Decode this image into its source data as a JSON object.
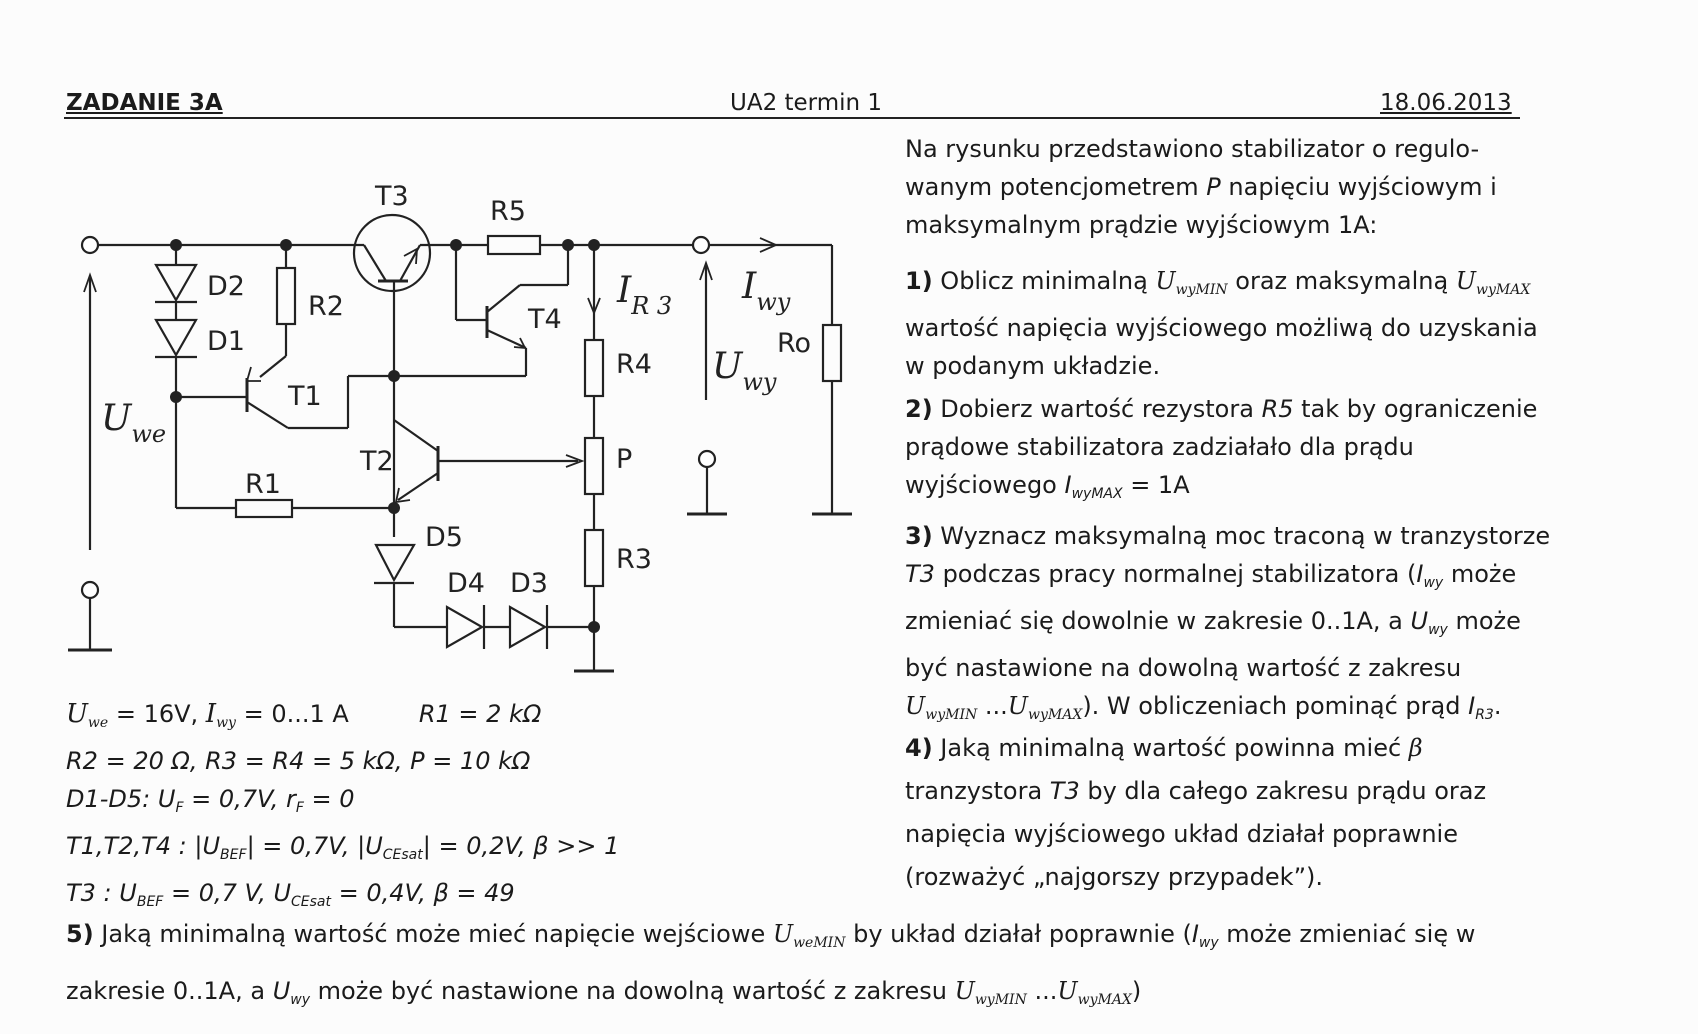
{
  "header": {
    "title": "ZADANIE 3A",
    "course": "UA2 termin 1",
    "date": "18.06.2013"
  },
  "schematic_labels": {
    "T3": "T3",
    "R5": "R5",
    "D2": "D2",
    "D1": "D1",
    "R2": "R2",
    "T4": "T4",
    "T1": "T1",
    "T2": "T2",
    "R1": "R1",
    "D5": "D5",
    "D4": "D4",
    "D3": "D3",
    "R4": "R4",
    "P": "P",
    "R3": "R3",
    "Ro": "Ro",
    "IR3_main": "I",
    "IR3_sub": "R 3",
    "Iwy_main": "I",
    "Iwy_sub": "wy",
    "Uwy_main": "U",
    "Uwy_sub": "wy",
    "Uwe_main": "U",
    "Uwe_sub": "we"
  },
  "intro": {
    "text_a": "Na rysunku przedstawiono stabilizator o regulo-",
    "text_b": "wanym potencjometrem ",
    "P": "P",
    "text_c": " napięciu wyjściowym i",
    "text_d": "maksymalnym prądzie wyjściowym 1A:"
  },
  "q1": {
    "num": "1)",
    "t1": " Oblicz minimalną ",
    "U1": "U",
    "U1_sub": "wyMIN",
    "t2": " oraz maksymalną ",
    "U2": "U",
    "U2_sub": "wyMAX",
    "t3": "wartość napięcia wyjściowego możliwą do uzyskania",
    "t4": "w podanym układzie."
  },
  "q2": {
    "num": "2)",
    "t1": " Dobierz wartość rezystora ",
    "R5": "R5",
    "t2": " tak by ograniczenie",
    "t3": "prądowe stabilizatora zadziałało dla prądu",
    "t4": "wyjściowego ",
    "I": "I",
    "I_sub": "wyMAX",
    "t5": " = 1A"
  },
  "q3": {
    "num": "3)",
    "t1": " Wyznacz maksymalną moc traconą w tranzystorze",
    "T3": "T3",
    "t2": " podczas pracy normalnej stabilizatora (",
    "I1": "I",
    "I1_sub": "wy",
    "t3": " może",
    "t4": "zmieniać się dowolnie w zakresie 0..1A, a ",
    "U1": "U",
    "U1_sub": "wy",
    "t5": " może",
    "t6": "być nastawione na dowolną wartość z zakresu",
    "Ua": "U",
    "Ua_sub": "wyMIN",
    "dots": " ...",
    "Ub": "U",
    "Ub_sub": "wyMAX",
    "t7": "). W obliczeniach pominąć prąd ",
    "I2": "I",
    "I2_sub": "R3",
    "t8": "."
  },
  "q4": {
    "num": "4)",
    "t1": " Jaką minimalną wartość powinna mieć ",
    "beta": "β",
    "t2": "tranzystora ",
    "T3": "T3",
    "t3": " by dla całego zakresu prądu oraz",
    "t4": "napięcia wyjściowego układ działał poprawnie",
    "t5": "(rozważyć „najgorszy przypadek”)."
  },
  "params": {
    "l1_U": "U",
    "l1_U_sub": "we",
    "l1_a": " = 16V, ",
    "l1_I": "I",
    "l1_I_sub": "wy",
    "l1_b": " = 0...1 A",
    "l1_R1": "R1 = 2 kΩ",
    "l2": "R2 = 20 Ω, R3 = R4 = 5 kΩ, P = 10 kΩ",
    "l3_a": "D1-D5:  U",
    "l3_a_sub": "F",
    "l3_b": " = 0,7V, r",
    "l3_b_sub": "F",
    "l3_c": " = 0",
    "l4_a": "T1,T2,T4 : |U",
    "l4_a_sub": "BEF",
    "l4_b": "| = 0,7V, |U",
    "l4_b_sub": "CEsat",
    "l4_c": "| = 0,2V, β >> 1",
    "l5_a": "T3 : U",
    "l5_a_sub": "BEF",
    "l5_b": " = 0,7 V, U",
    "l5_b_sub": "CEsat",
    "l5_c": " = 0,4V, β = 49"
  },
  "q5": {
    "num": "5)",
    "t1": " Jaką minimalną wartość może mieć napięcie wejściowe ",
    "U": "U",
    "U_sub": "weMIN",
    "t2": " by układ działał poprawnie (",
    "I": "I",
    "I_sub": "wy",
    "t3": " może zmieniać się w",
    "t4": "zakresie 0..1A, a ",
    "U2": "U",
    "U2_sub": "wy",
    "t5": " może być nastawione na dowolną wartość z zakresu ",
    "Ua": "U",
    "Ua_sub": "wyMIN",
    "dots": " ...",
    "Ub": "U",
    "Ub_sub": "wyMAX",
    "t6": ")"
  }
}
